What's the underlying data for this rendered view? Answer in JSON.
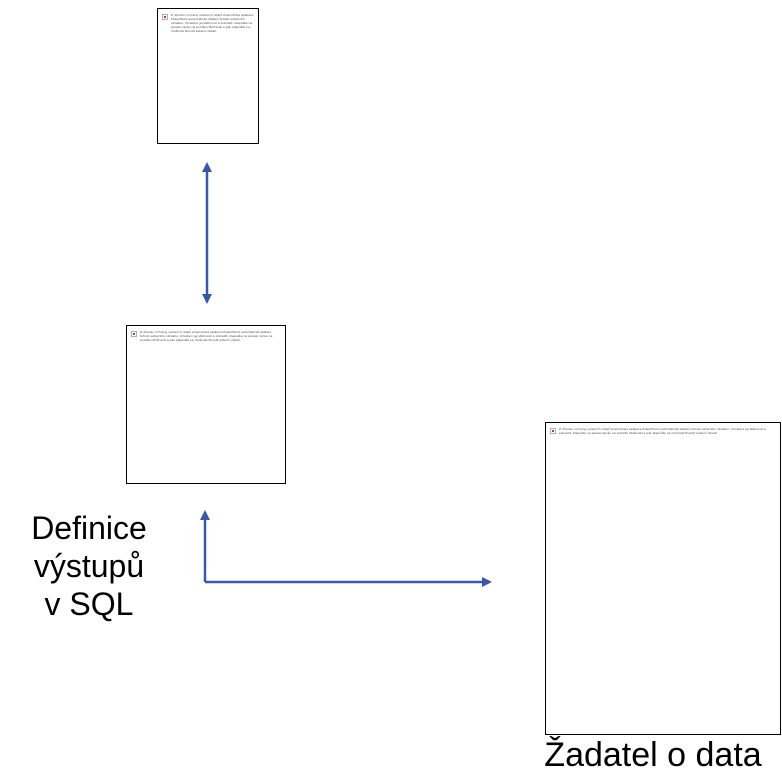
{
  "colors": {
    "arrow": "#3b58a8",
    "frame_border": "#000000",
    "background": "#ffffff",
    "text": "#000000"
  },
  "images": [
    {
      "icon": "broken-image-icon",
      "message": "Z důvodu ochrany osobních údajů znemožnila aplikace PowerPoint automatické stažení tohoto externího obrázku. Chcete-li jej stáhnout a zobrazit, klepněte na panelu zpráv na položku Možnosti a pak klepněte na možnost Povolit externí obsah."
    },
    {
      "icon": "broken-image-icon",
      "message": "Z důvodu ochrany osobních údajů znemožnila aplikace PowerPoint automatické stažení tohoto externího obrázku. Chcete-li jej stáhnout a zobrazit, klepněte na panelu zpráv na položku Možnosti a pak klepněte na možnost Povolit externí obsah."
    },
    {
      "icon": "broken-image-icon",
      "message": "Z důvodu ochrany osobních údajů znemožnila aplikace PowerPoint automatické stažení tohoto externího obrázku. Chcete-li jej stáhnout a zobrazit, klepněte na panelu zpráv na položku Možnosti a pak klepněte na možnost Povolit externí obsah."
    }
  ],
  "labels": {
    "middle_line1": "Definice",
    "middle_line2": "výstupů",
    "middle_line3": "v SQL",
    "right": "Žadatel o data"
  }
}
